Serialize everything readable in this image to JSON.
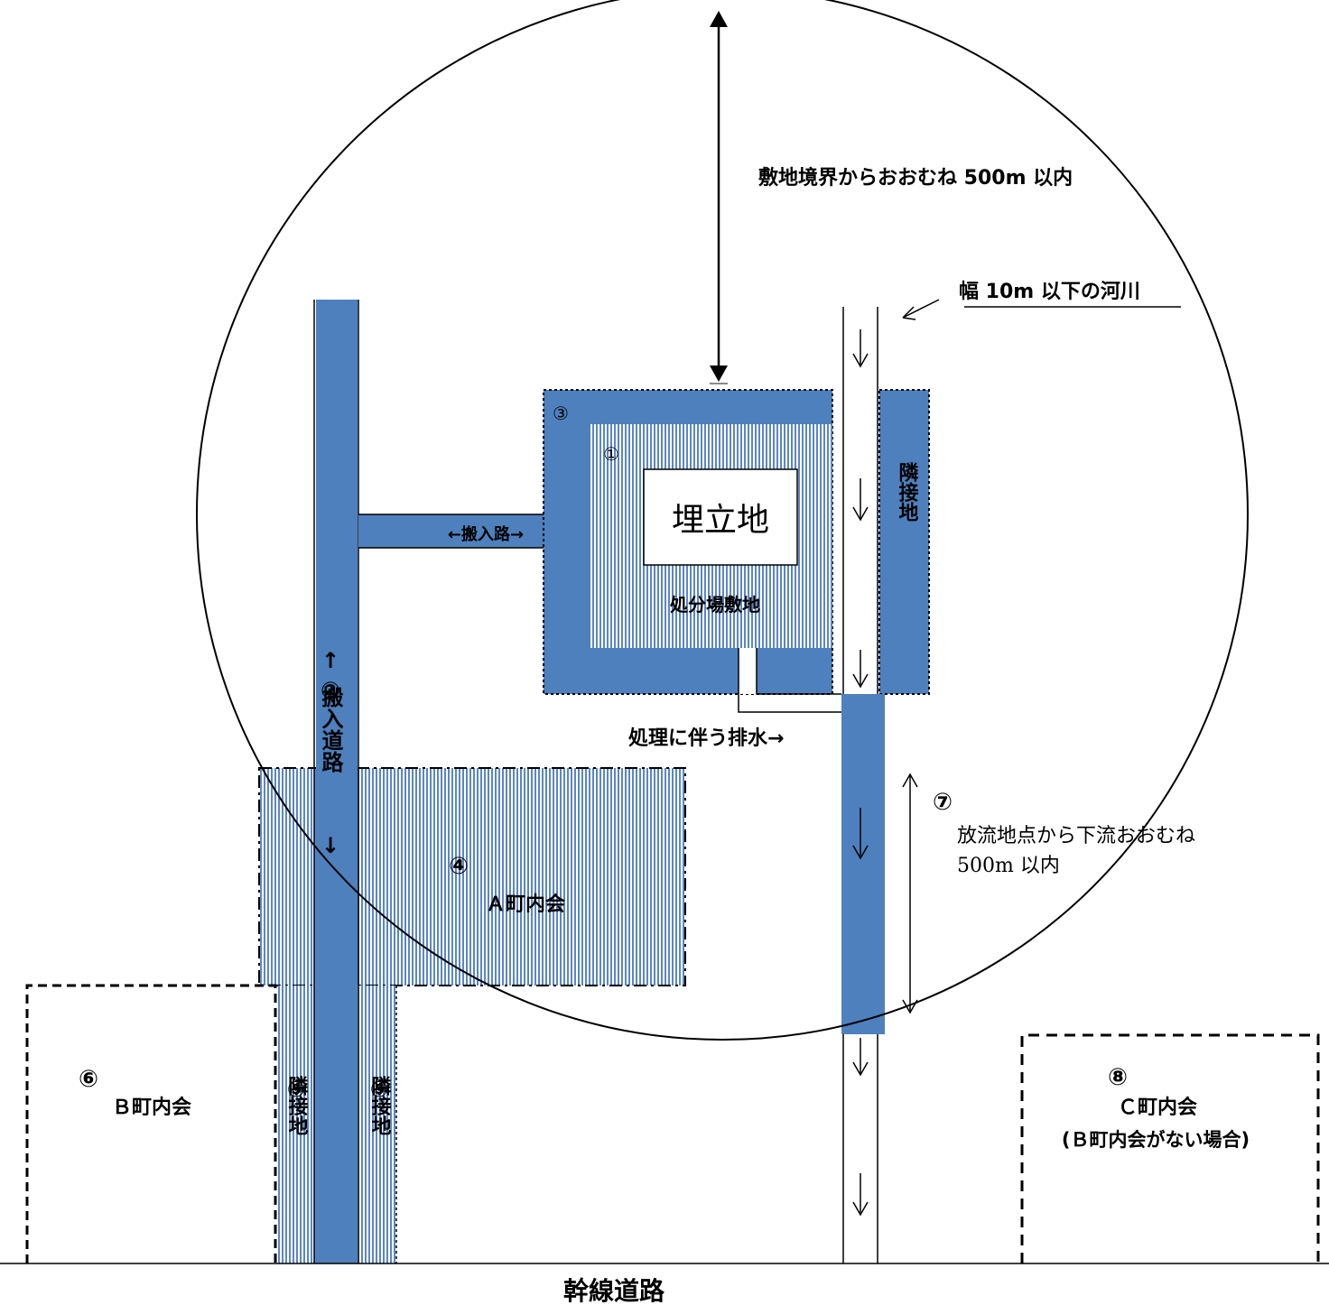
{
  "colors": {
    "accent": "#4e80bd",
    "stripe": "#5b86c5",
    "line": "#000000",
    "background": "#ffffff"
  },
  "labels": {
    "radius_note": "敷地境界からおおむね 500m 以内",
    "river_note": "幅 10m 以下の河川",
    "circle3": "③",
    "circle1": "①",
    "landfill": "埋立地",
    "site": "処分場敷地",
    "access_way": "←搬入路→",
    "adjacent_right": "隣接地",
    "drainage": "処理に伴う排水→",
    "access_num": "②",
    "access_road": "搬入道路",
    "arrow_up": "↑",
    "arrow_down": "↓",
    "circle4": "④",
    "town_a": "Ａ町内会",
    "circle7": "⑦",
    "downstream_line1": "放流地点から下流おおむね",
    "downstream_line2": "500m 以内",
    "circle6": "⑥",
    "town_b": "Ｂ町内会",
    "circle5": "⑤",
    "adjacent_left": "隣接地",
    "circle8": "⑧",
    "town_c": "Ｃ町内会",
    "town_c_note": "(Ｂ町内会がない場合)",
    "main_road": "幹線道路",
    "flow_arrow": "↓"
  }
}
